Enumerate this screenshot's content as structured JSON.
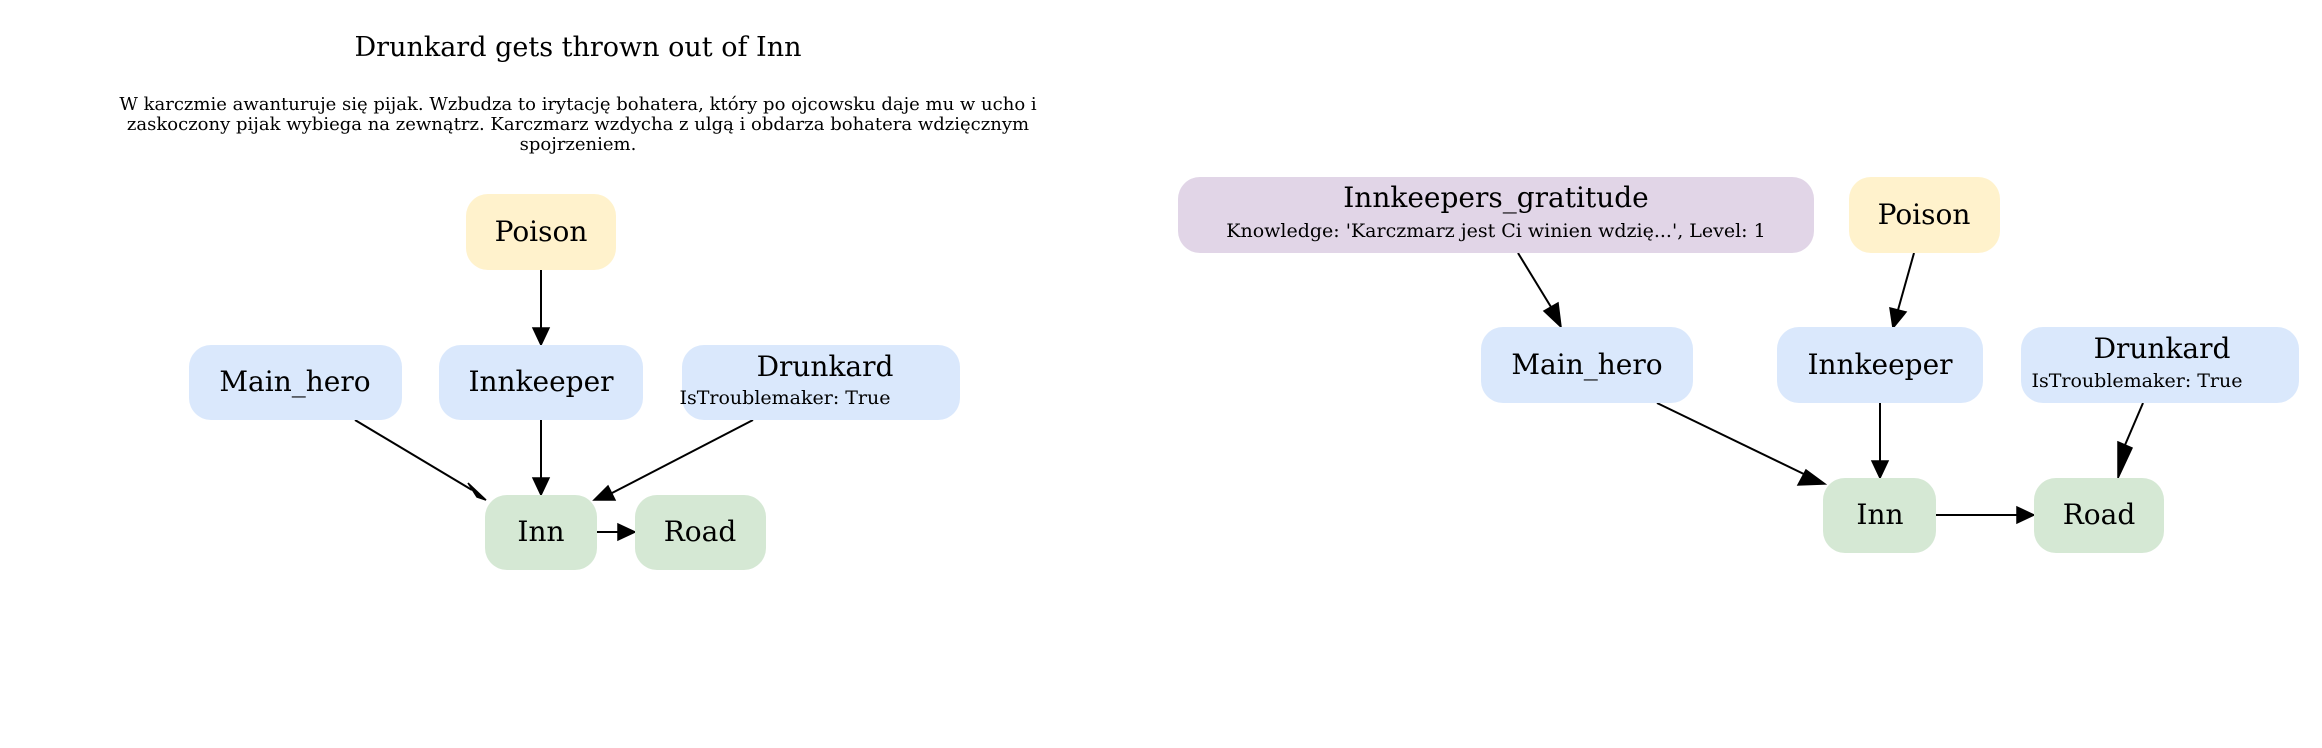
{
  "title": "Drunkard gets thrown out of Inn",
  "description": [
    "W karczmie awanturuje się pijak. Wzbudza to irytację bohatera, który po ojcowsku daje mu w ucho i",
    "zaskoczony pijak wybiega na zewnątrz. Karczmarz wzdycha z ulgą i obdarza bohatera wdzięcznym",
    "spojrzeniem."
  ],
  "colors": {
    "item": "#fff2cc",
    "character": "#dae8fc",
    "location": "#d5e8d4",
    "knowledge": "#e1d5e7"
  },
  "left": {
    "nodes": {
      "poison": {
        "label": "Poison"
      },
      "main_hero": {
        "label": "Main_hero"
      },
      "innkeeper": {
        "label": "Innkeeper"
      },
      "drunkard": {
        "label": "Drunkard",
        "sub": "IsTroublemaker: True"
      },
      "inn": {
        "label": "Inn"
      },
      "road": {
        "label": "Road"
      }
    }
  },
  "right": {
    "nodes": {
      "gratitude": {
        "label": "Innkeepers_gratitude",
        "sub": "Knowledge: 'Karczmarz jest Ci winien wdzię...', Level: 1"
      },
      "poison": {
        "label": "Poison"
      },
      "main_hero": {
        "label": "Main_hero"
      },
      "innkeeper": {
        "label": "Innkeeper"
      },
      "drunkard": {
        "label": "Drunkard",
        "sub": "IsTroublemaker: True"
      },
      "inn": {
        "label": "Inn"
      },
      "road": {
        "label": "Road"
      }
    }
  }
}
